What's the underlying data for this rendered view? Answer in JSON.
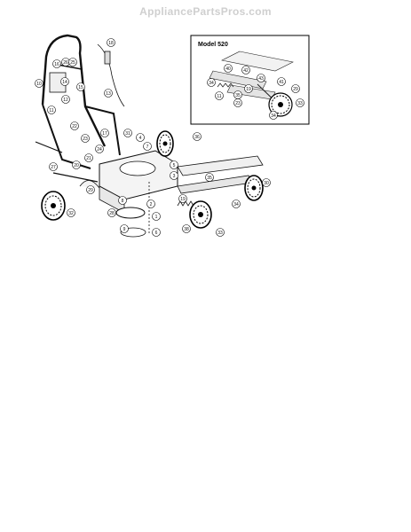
{
  "header": {
    "watermark": "AppliancePartsPros.com"
  },
  "inset": {
    "title": "Model 520",
    "callouts": [
      "40",
      "42",
      "43",
      "41",
      "29",
      "34",
      "11",
      "35",
      "23",
      "33",
      "34",
      "19"
    ]
  },
  "main_callouts": [
    "18",
    "16",
    "26",
    "25",
    "10",
    "14",
    "15",
    "13",
    "12",
    "11",
    "17",
    "22",
    "23",
    "31",
    "24",
    "21",
    "27",
    "20",
    "29",
    "5",
    "4",
    "7",
    "3",
    "2",
    "1",
    "36",
    "19",
    "33",
    "8",
    "28",
    "9",
    "6",
    "35",
    "34",
    "30",
    "32",
    "38"
  ]
}
